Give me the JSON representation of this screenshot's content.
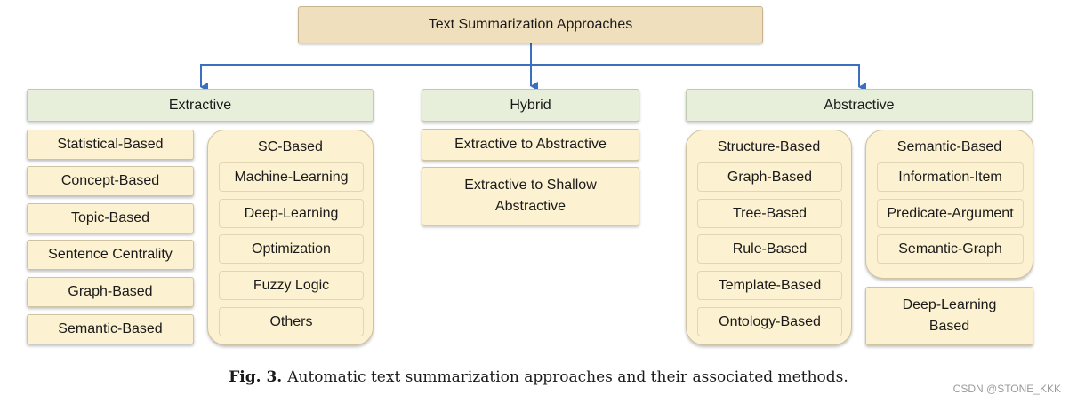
{
  "root": {
    "label": "Text Summarization Approaches"
  },
  "extractive": {
    "label": "Extractive",
    "items": [
      "Statistical-Based",
      "Concept-Based",
      "Topic-Based",
      "Sentence Centrality",
      "Graph-Based",
      "Semantic-Based"
    ],
    "sc_group": {
      "title": "SC-Based",
      "items": [
        "Machine-Learning",
        "Deep-Learning",
        "Optimization",
        "Fuzzy Logic",
        "Others"
      ]
    }
  },
  "hybrid": {
    "label": "Hybrid",
    "items": [
      "Extractive to Abstractive",
      "Extractive to Shallow Abstractive"
    ]
  },
  "abstractive": {
    "label": "Abstractive",
    "structure_group": {
      "title": "Structure-Based",
      "items": [
        "Graph-Based",
        "Tree-Based",
        "Rule-Based",
        "Template-Based",
        "Ontology-Based"
      ]
    },
    "semantic_group": {
      "title": "Semantic-Based",
      "items": [
        "Information-Item",
        "Predicate-Argument",
        "Semantic-Graph"
      ]
    },
    "deep_learning": "Deep-Learning Based"
  },
  "caption": {
    "label": "Fig. 3.",
    "text": "Automatic text summarization approaches and their associated methods."
  },
  "watermark": "CSDN @STONE_KKK",
  "colors": {
    "connector": "#3c6fbf",
    "root_fill": "#efdfbd",
    "category_fill": "#e7efdb",
    "item_fill": "#fcf1d0"
  }
}
